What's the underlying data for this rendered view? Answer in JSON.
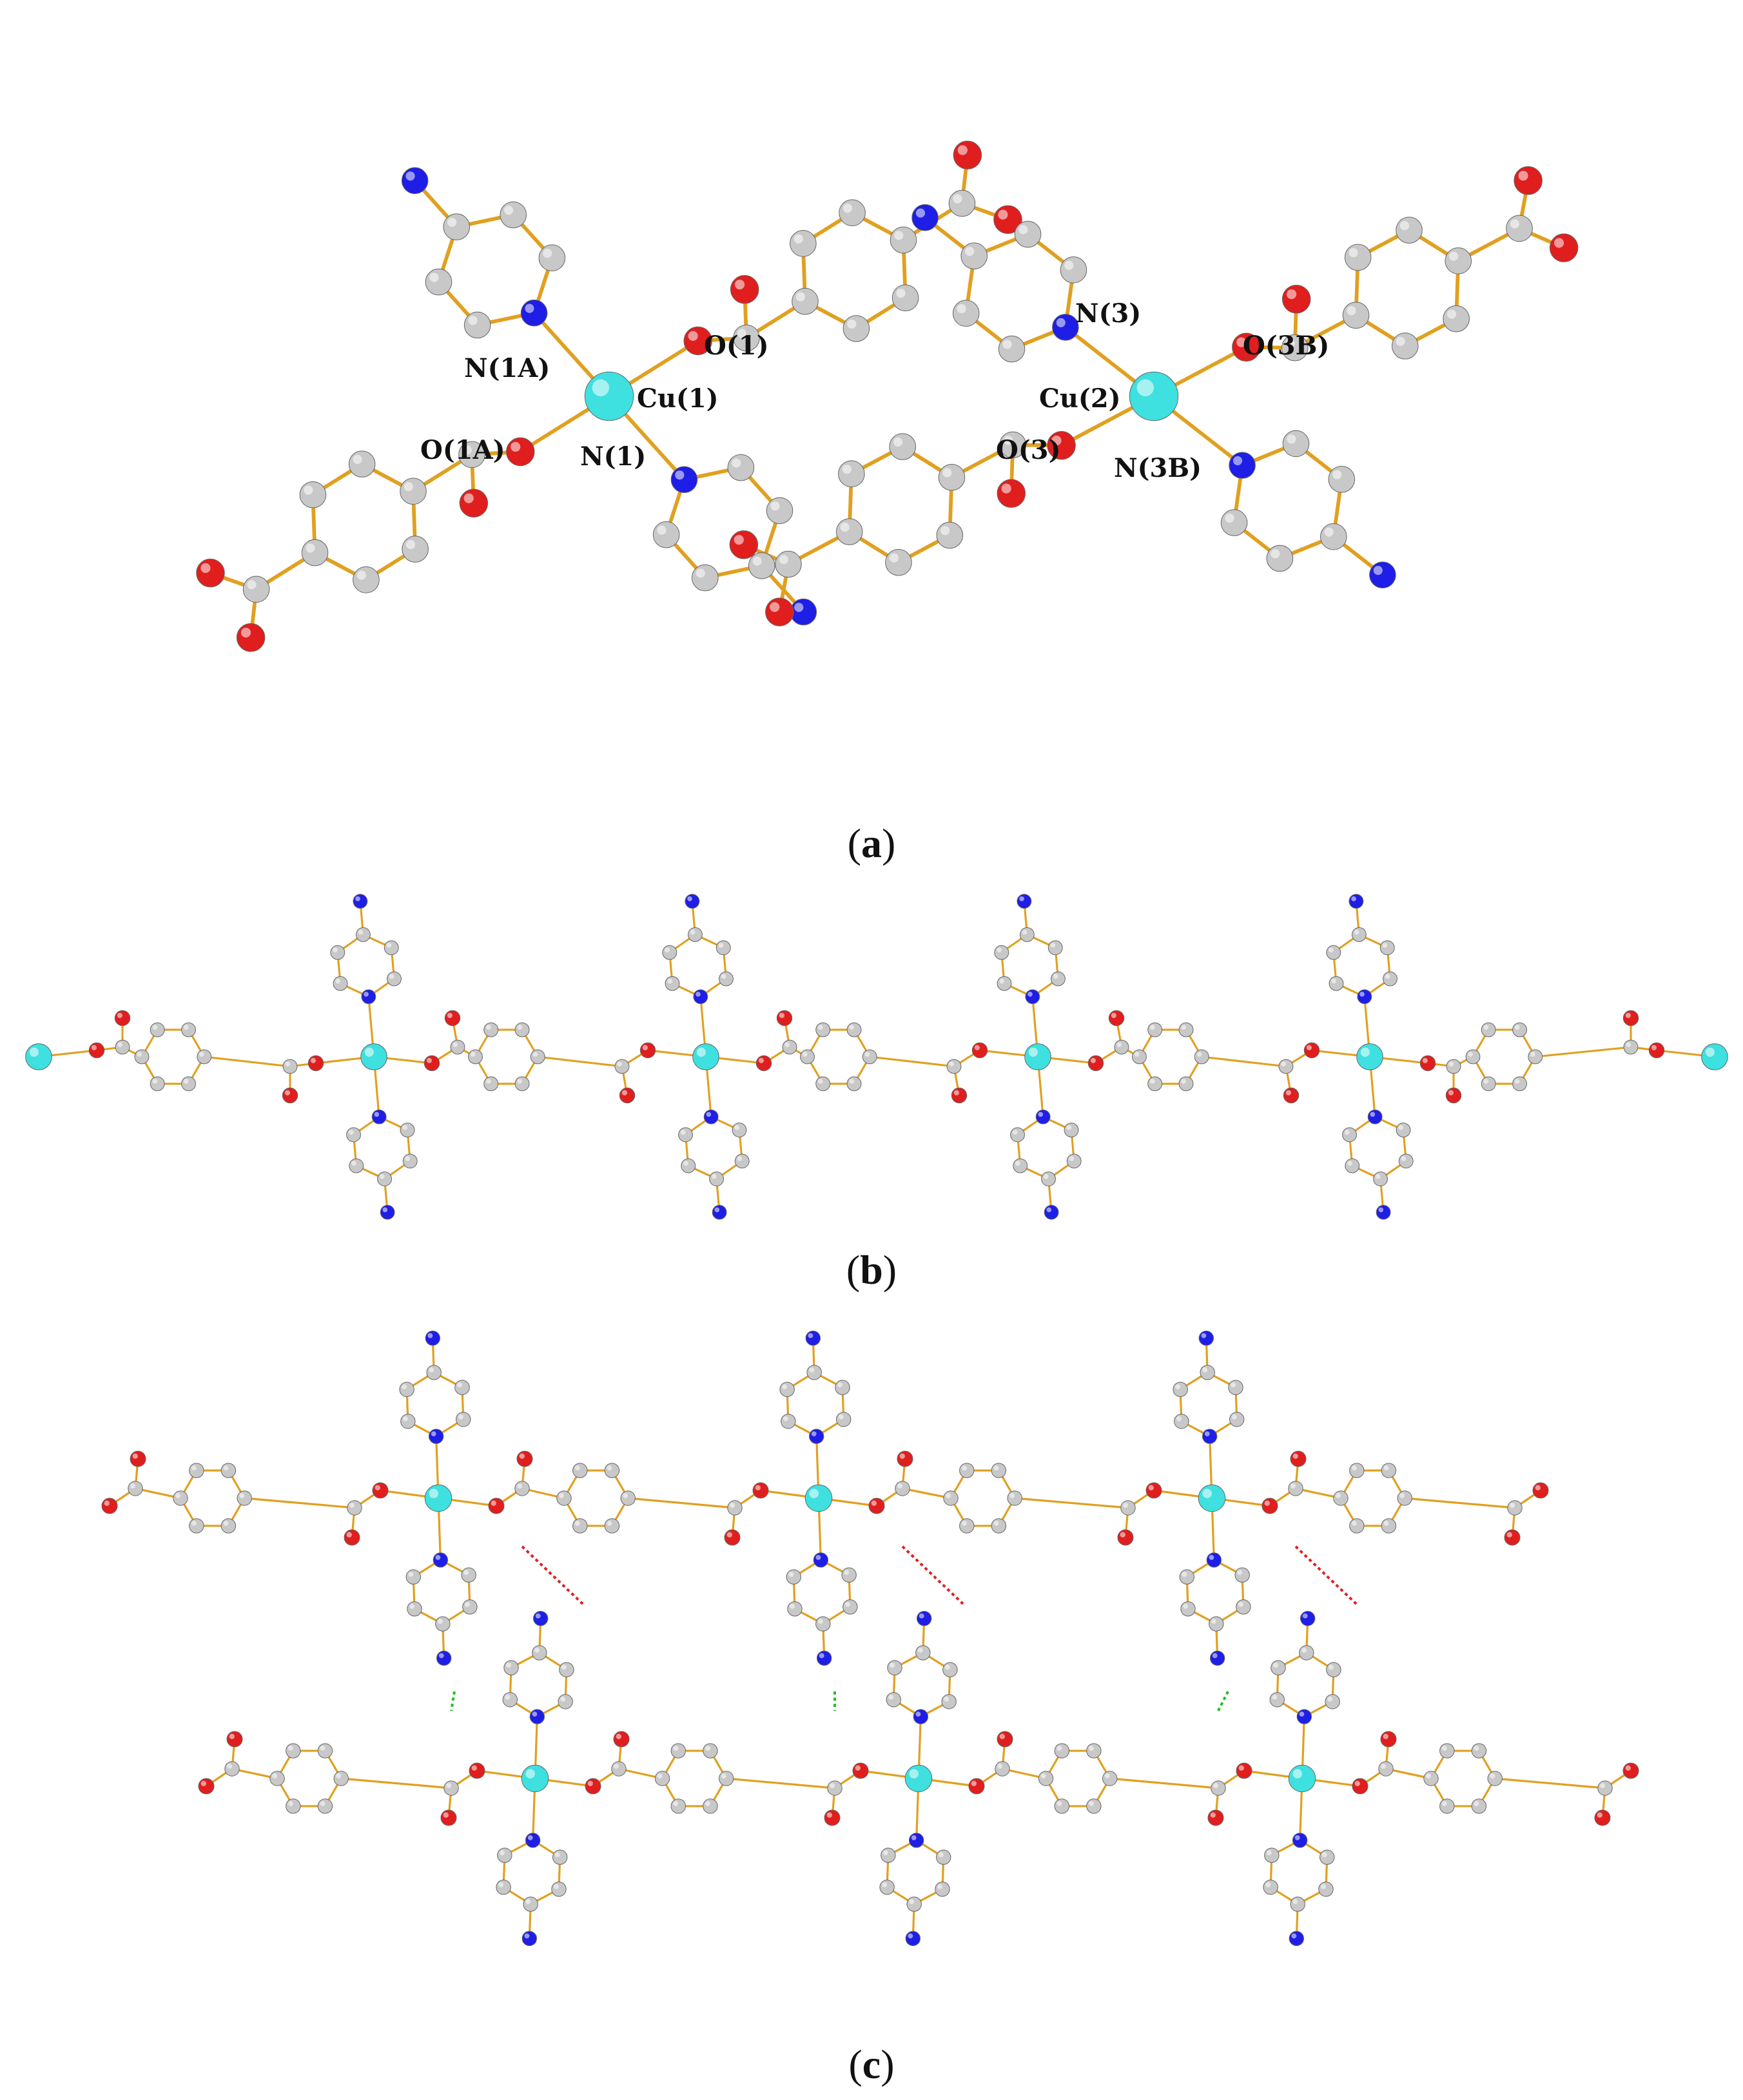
{
  "colors": {
    "bond": "#e0a020",
    "carbon": "#c8c8c8",
    "nitrogen": "#1e1ee6",
    "oxygen": "#e01e1e",
    "copper": "#3ee0e0",
    "hbond_red": "#e02020",
    "hbond_green": "#20c020",
    "hydrogen": "#808080"
  },
  "panel_a": {
    "labels": {
      "n1a": "N(1A)",
      "o1": "O(1)",
      "cu1": "Cu(1)",
      "o1a": "O(1A)",
      "n1": "N(1)",
      "n3": "N(3)",
      "o3b": "O(3B)",
      "cu2": "Cu(2)",
      "o3": "O(3)",
      "n3b": "N(3B)"
    },
    "caption": {
      "open": "(",
      "letter": "a",
      "close": ")"
    }
  },
  "panel_b": {
    "caption": {
      "open": "(",
      "letter": "b",
      "close": ")"
    }
  },
  "panel_c": {
    "caption": {
      "open": "(",
      "letter": "c",
      "close": ")"
    }
  }
}
